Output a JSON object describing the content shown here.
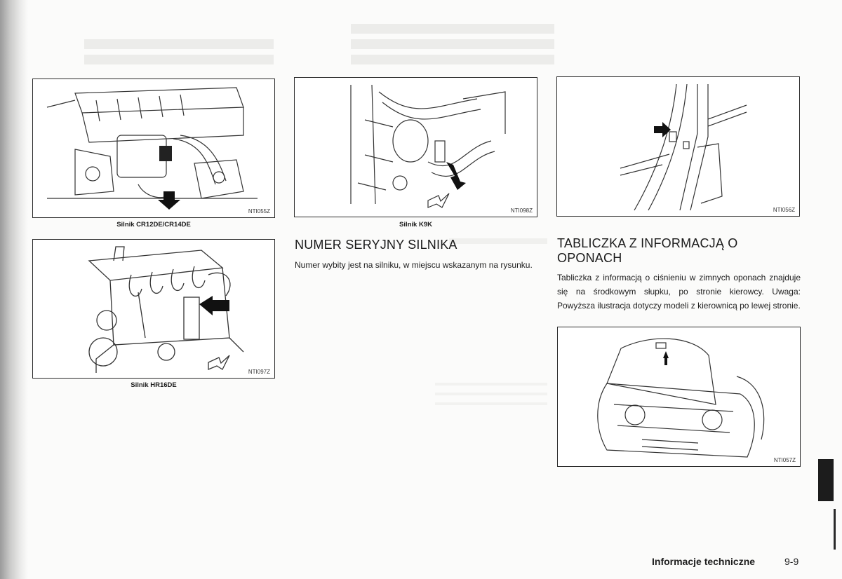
{
  "figures": {
    "cr12de": {
      "code": "NTI055Z",
      "caption": "Silnik CR12DE/CR14DE"
    },
    "hr16de": {
      "code": "NTI097Z",
      "caption": "Silnik HR16DE"
    },
    "k9k": {
      "code": "NTI098Z",
      "caption": "Silnik K9K"
    },
    "pillar": {
      "code": "NTI056Z"
    },
    "hood": {
      "code": "NTI057Z"
    }
  },
  "engine_serial": {
    "heading": "NUMER SERYJNY SILNIKA",
    "text": "Numer wybity jest na silniku, w miejscu wskazanym na rysunku."
  },
  "tire_plate": {
    "heading": "TABLICZKA Z INFORMACJĄ O OPONACH",
    "text": "Tabliczka z informacją o ciśnieniu w zimnych oponach znajduje się na środkowym słupku, po stronie kierowcy. Uwaga: Powyższa ilustracja dotyczy modeli z kierownicą po lewej stronie."
  },
  "footer": {
    "section": "Informacje techniczne",
    "page": "9-9"
  }
}
